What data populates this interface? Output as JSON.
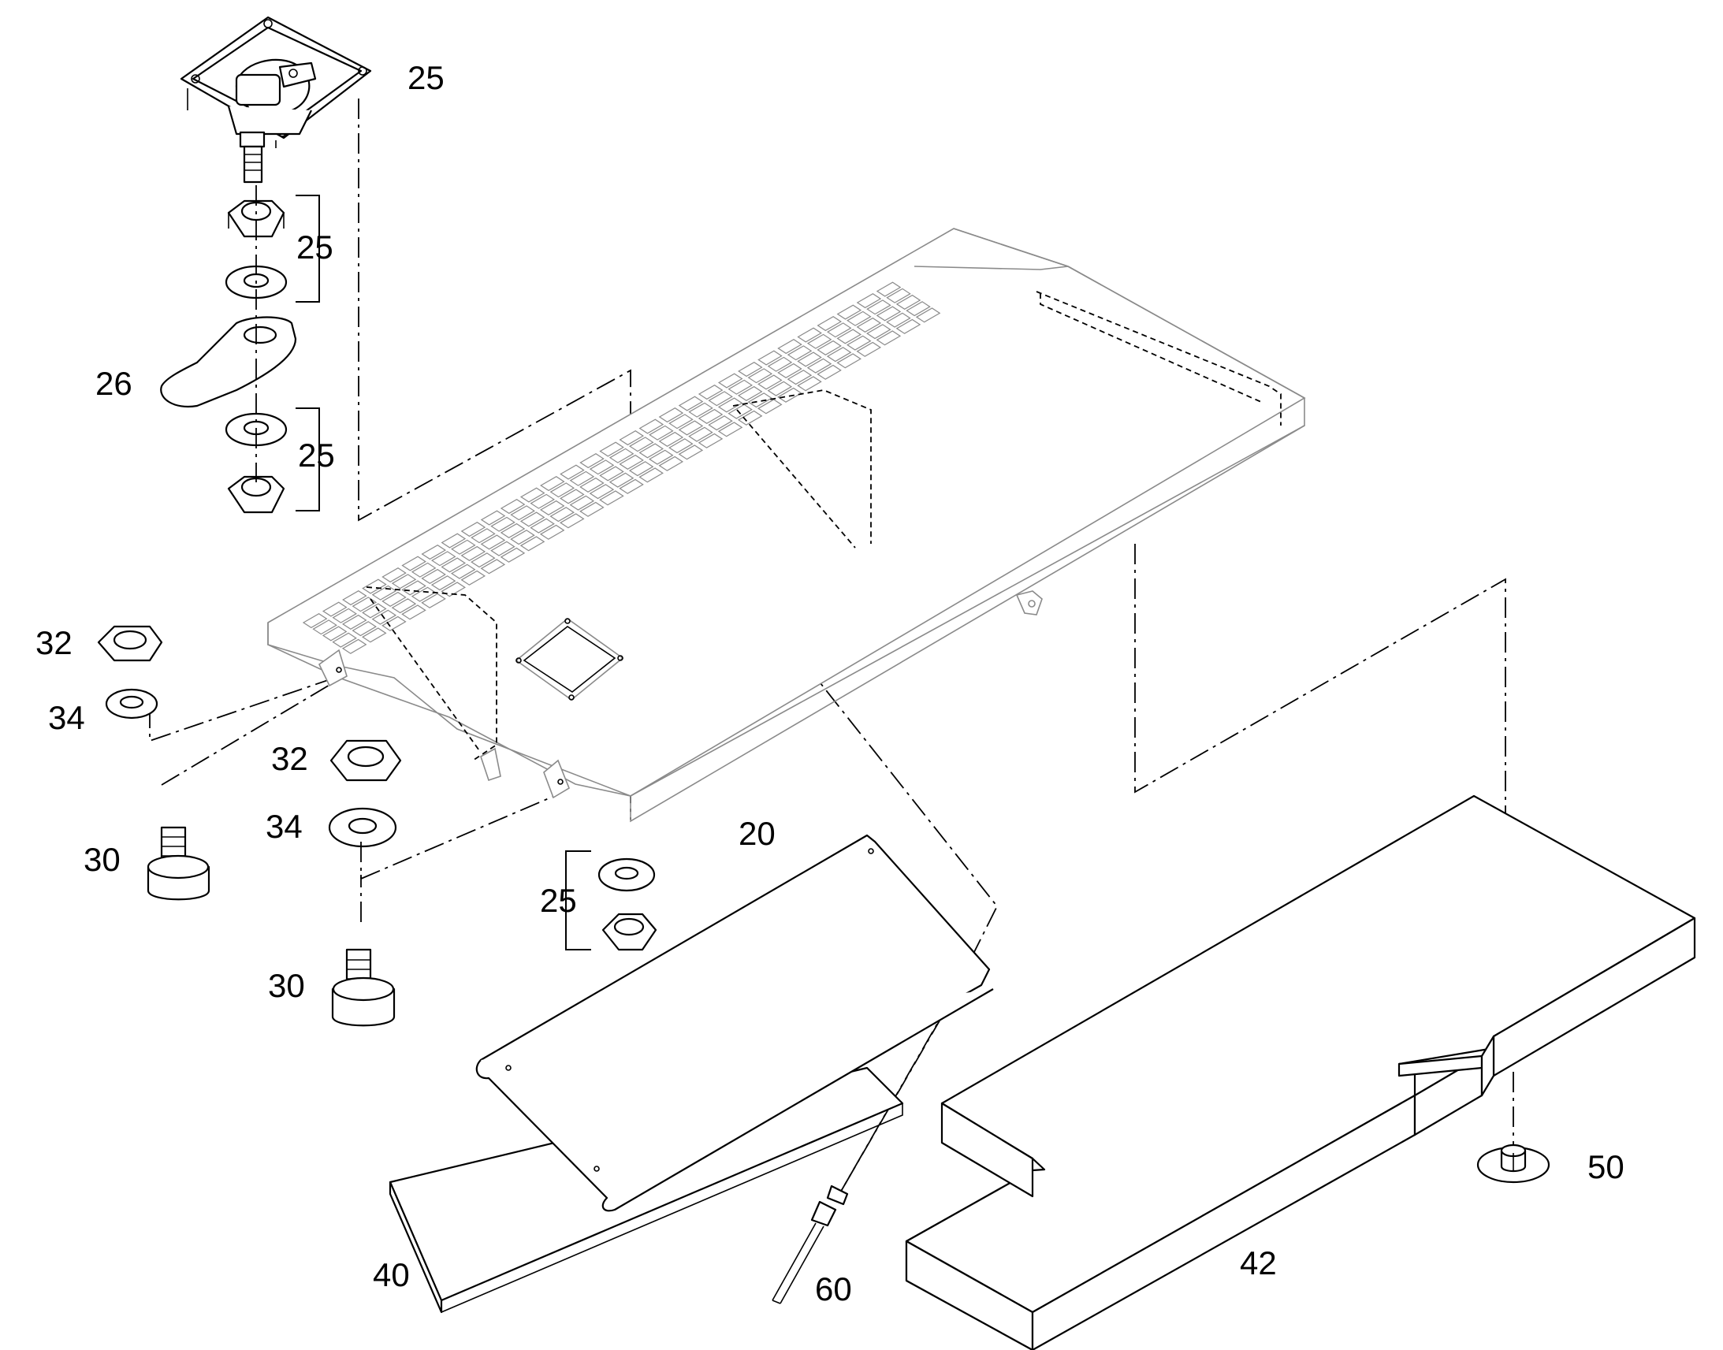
{
  "labels": {
    "l25_latch": "25",
    "l25_upper_set": "25",
    "l26": "26",
    "l25_mid_set": "25",
    "l32_a": "32",
    "l34_a": "34",
    "l30_a": "30",
    "l32_b": "32",
    "l34_b": "34",
    "l30_b": "30",
    "l20": "20",
    "l25_lower_set": "25",
    "l40": "40",
    "l60": "60",
    "l42": "42",
    "l50": "50"
  },
  "colors": {
    "ink": "#000000",
    "body_outline": "#8a8a8a",
    "background": "#ffffff"
  }
}
